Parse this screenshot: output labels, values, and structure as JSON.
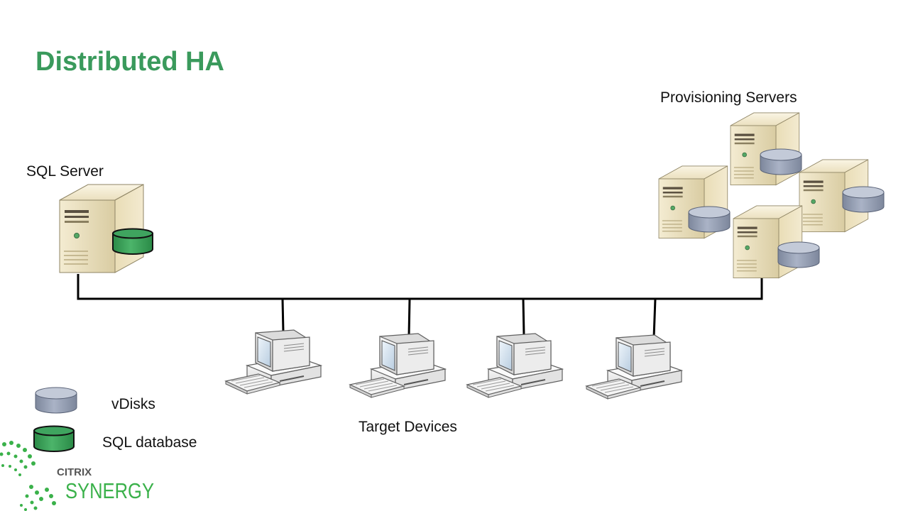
{
  "slide": {
    "title": "Distributed HA"
  },
  "labels": {
    "sql_server": "SQL Server",
    "provisioning_servers": "Provisioning Servers",
    "target_devices": "Target Devices"
  },
  "legend": {
    "vdisks": "vDisks",
    "sql_database": "SQL database"
  },
  "logo": {
    "brand_top": "CITRIX",
    "brand_bottom": "SYNERGY"
  },
  "colors": {
    "title": "#3a9a5c",
    "sql_database": "#3aa05a",
    "vdisk": "#9aa3b8",
    "logo_green": "#3ab14a"
  }
}
